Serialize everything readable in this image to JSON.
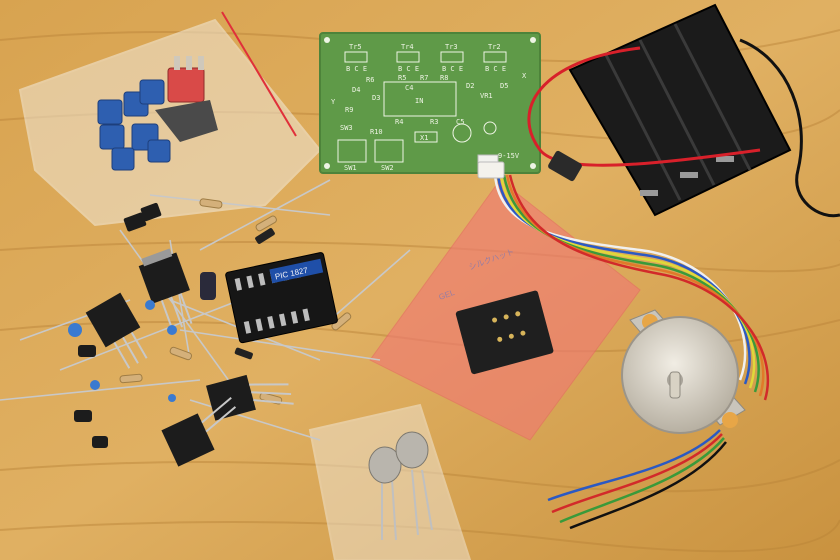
{
  "pcb": {
    "labels": {
      "tr5": "Tr5",
      "tr4": "Tr4",
      "tr3": "Tr3",
      "tr2": "Tr2",
      "bce1": "B C E",
      "bce2": "B C E",
      "bce3": "B C E",
      "bce4": "B C E",
      "r6": "R6",
      "r5": "R5",
      "r7": "R7",
      "c4": "C4",
      "r8": "R8",
      "d4": "D4",
      "d3": "D3",
      "d2": "D2",
      "d5": "D5",
      "vr1": "VR1",
      "in": "IN",
      "x": "X",
      "y": "Y",
      "r9": "R9",
      "r4": "R4",
      "sw3": "SW3",
      "r3": "R3",
      "r10": "R10",
      "c5": "C5",
      "x1": "X1",
      "sw1": "SW1",
      "sw2": "SW2",
      "vdc": "9-15V"
    }
  },
  "ic_chip": {
    "label": "PIC 1827"
  },
  "bag_print": {
    "line1": "シルクハット",
    "line2": "GEL"
  },
  "colors": {
    "table": "#d9a654",
    "pcb": "#5f9a48",
    "battery_holder": "#1b1b1b",
    "motor_body": "#d8d2c4",
    "pink_bag": "#f07a72",
    "trimpots": "#2e5fb0"
  }
}
